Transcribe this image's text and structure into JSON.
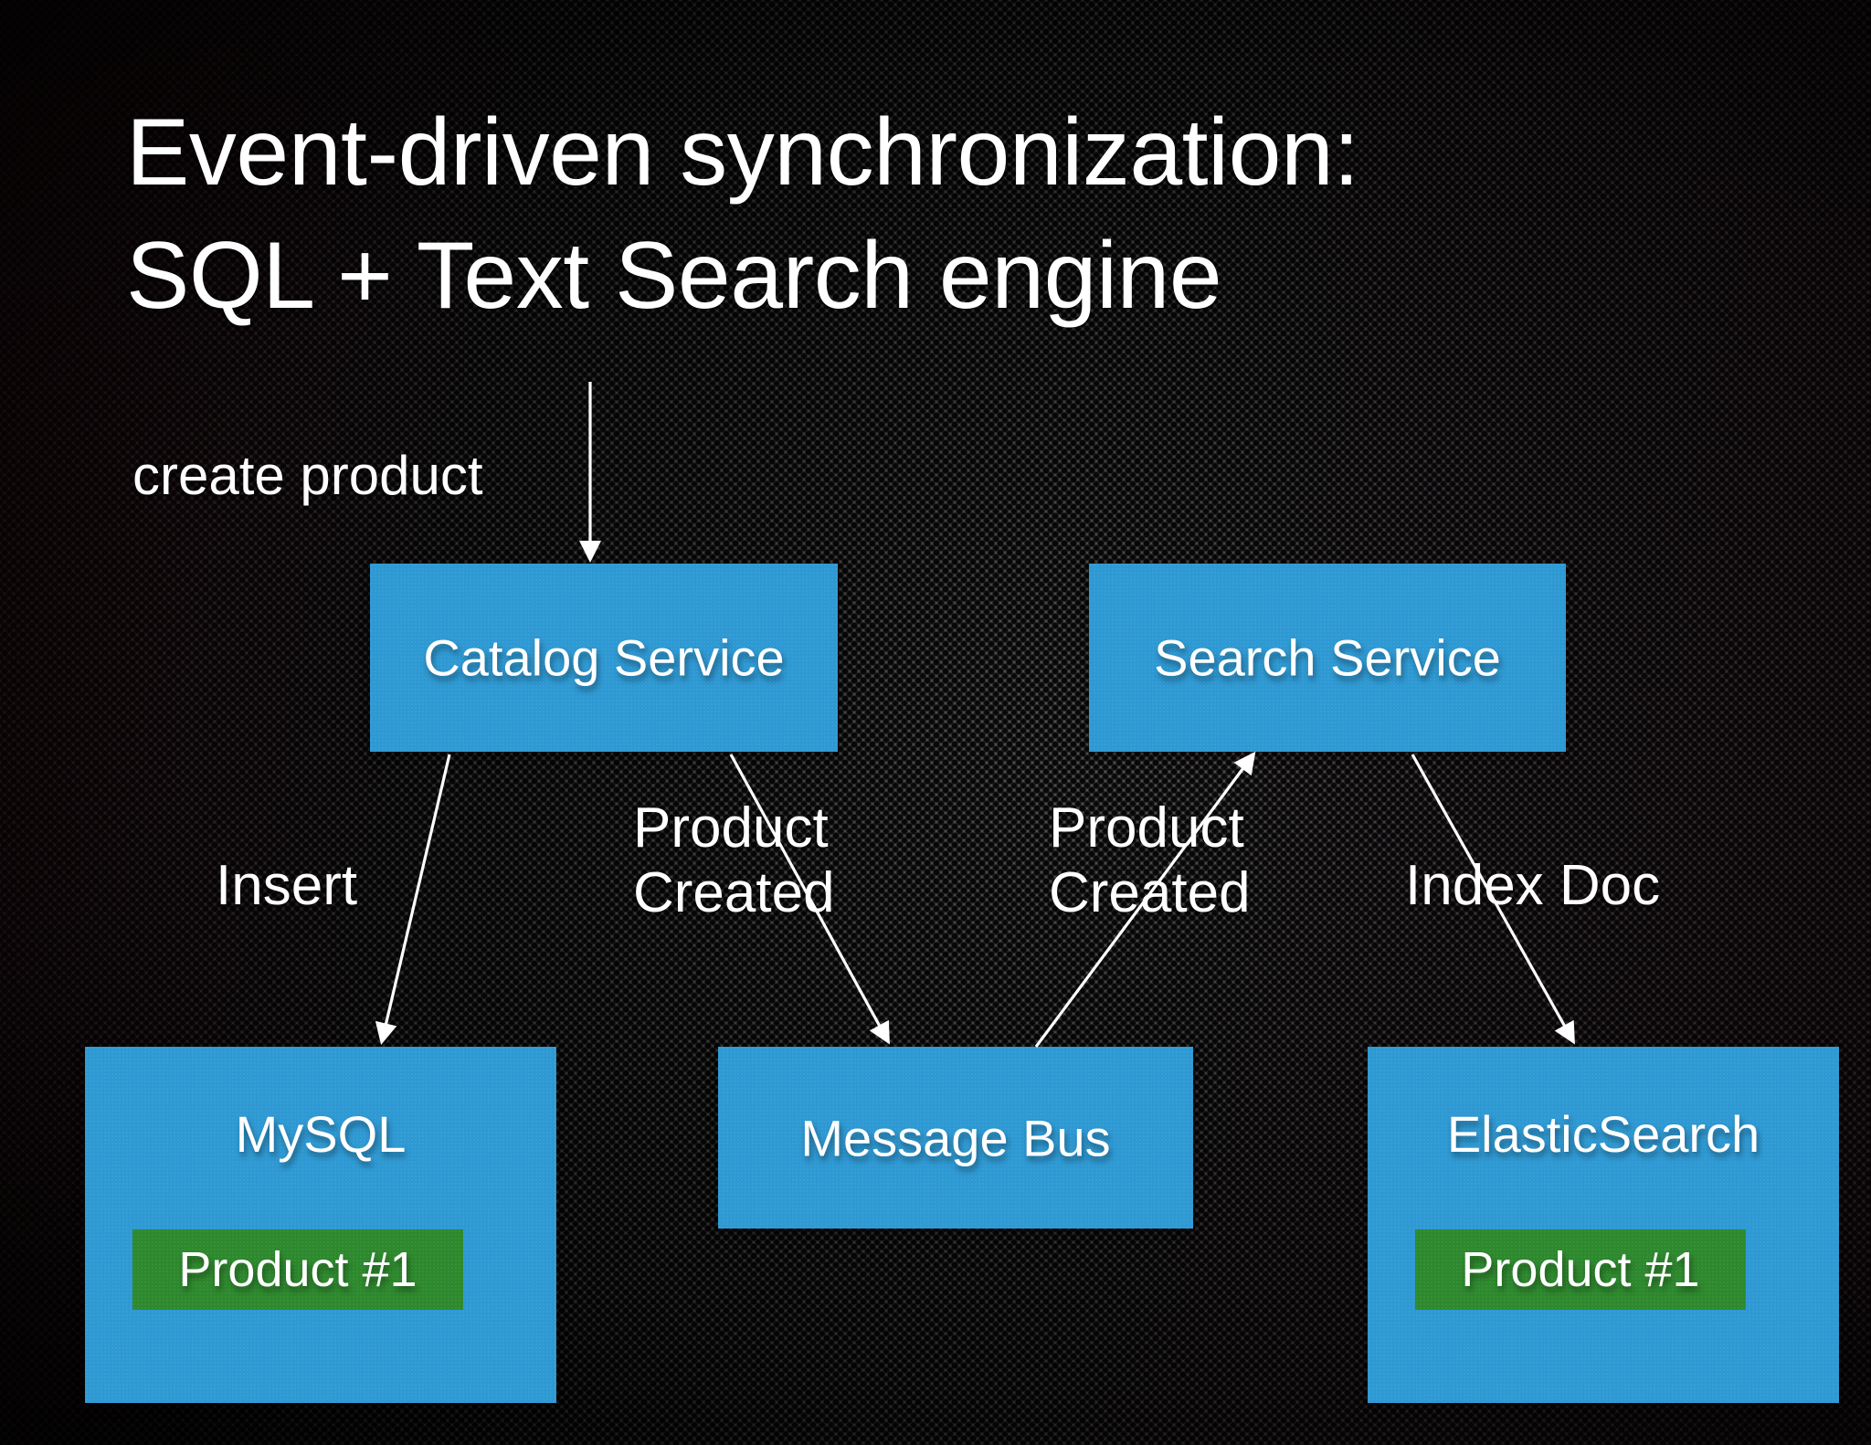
{
  "slide": {
    "title": "Event-driven synchronization:\nSQL + Text Search engine",
    "background_style": "perforated-metal-dark"
  },
  "colors": {
    "node_blue": "#2e9bd6",
    "badge_green": "#2e8b2e",
    "text_white": "#ffffff",
    "background_dark": "#1a1718"
  },
  "diagram": {
    "nodes": [
      {
        "id": "catalog-service",
        "label": "Catalog Service"
      },
      {
        "id": "search-service",
        "label": "Search Service"
      },
      {
        "id": "mysql",
        "label": "MySQL",
        "badge": "Product #1"
      },
      {
        "id": "message-bus",
        "label": "Message Bus"
      },
      {
        "id": "elasticsearch",
        "label": "ElasticSearch",
        "badge": "Product #1"
      }
    ],
    "edge_labels": {
      "create_product": "create product",
      "insert": "Insert",
      "product_created_left": "Product\nCreated",
      "product_created_right": "Product\nCreated",
      "index_doc": "Index Doc"
    }
  }
}
